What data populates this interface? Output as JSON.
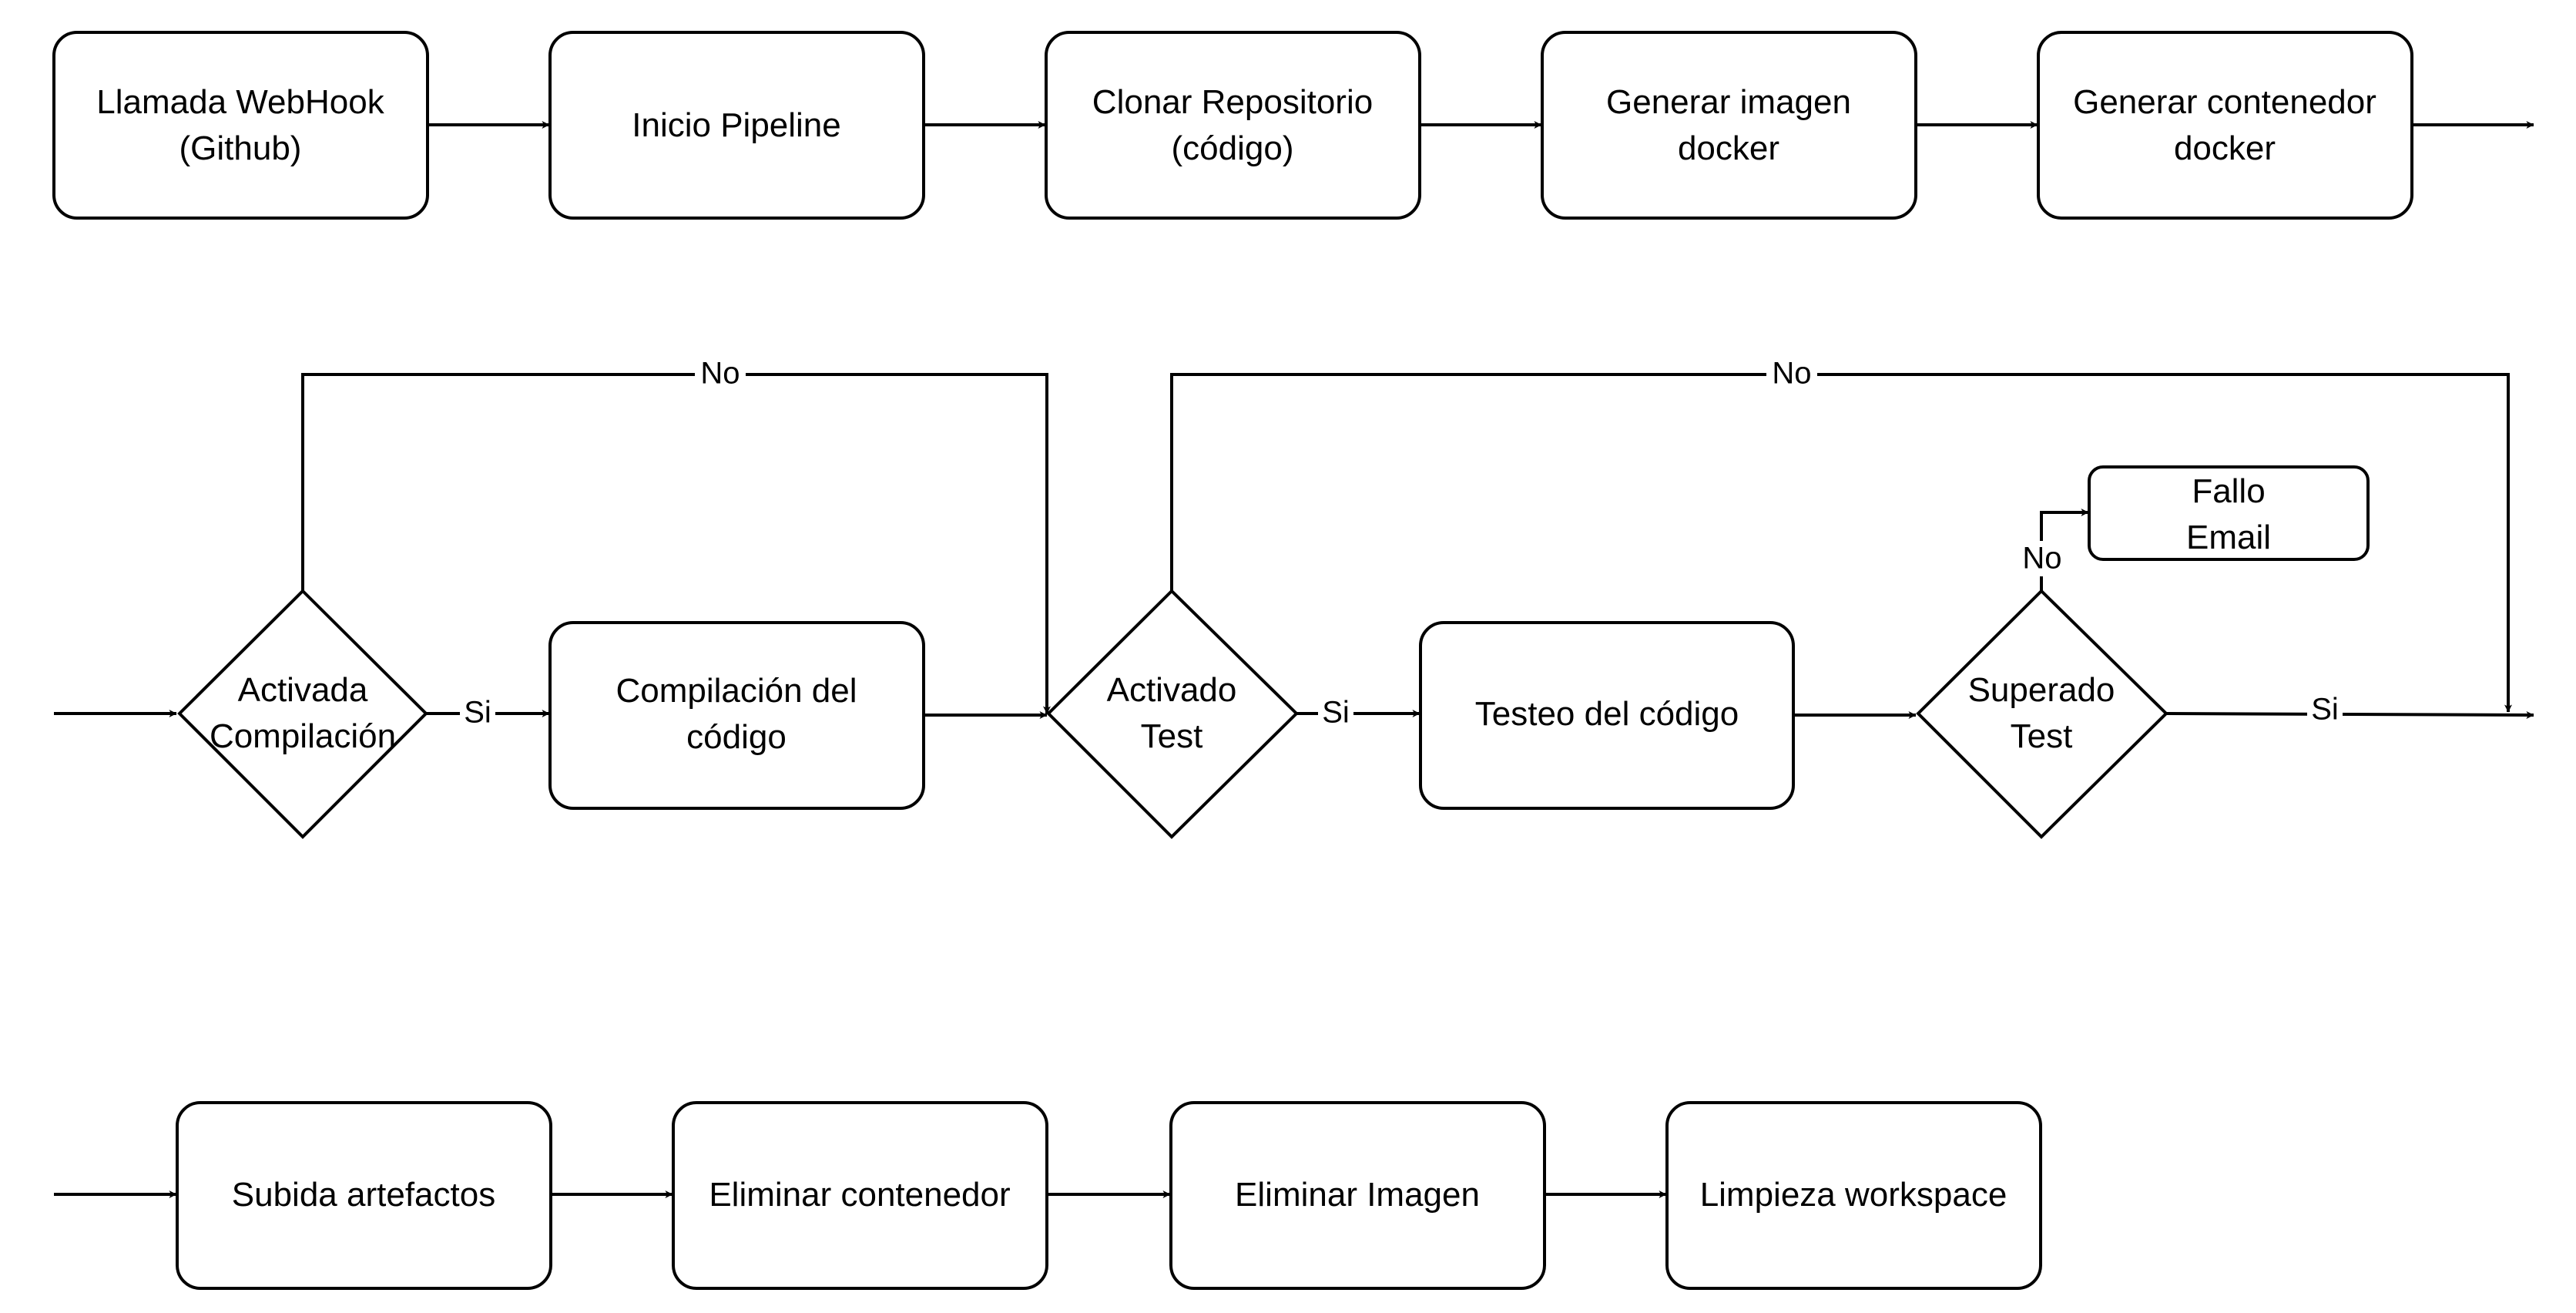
{
  "nodes": {
    "webhook": [
      "Llamada WebHook",
      "(Github)"
    ],
    "inicio": [
      "Inicio Pipeline"
    ],
    "clonar": [
      "Clonar Repositorio",
      "(código)"
    ],
    "imagen": [
      "Generar imagen",
      "docker"
    ],
    "contenedor": [
      "Generar contenedor",
      "docker"
    ],
    "activada_compilacion": [
      "Activada",
      "Compilación"
    ],
    "compilacion": [
      "Compilación del",
      "código"
    ],
    "activado_test": [
      "Activado",
      "Test"
    ],
    "testeo": [
      "Testeo del código"
    ],
    "superado_test": [
      "Superado",
      "Test"
    ],
    "fallo_email": [
      "Fallo",
      "Email"
    ],
    "subida": [
      "Subida artefactos"
    ],
    "eliminar_contenedor": [
      "Eliminar contenedor"
    ],
    "eliminar_imagen": [
      "Eliminar Imagen"
    ],
    "limpieza": [
      "Limpieza workspace"
    ]
  },
  "edge_labels": {
    "compilacion_si": "Si",
    "compilacion_no": "No",
    "test_si": "Si",
    "test_no": "No",
    "superado_si": "Si",
    "superado_no": "No"
  }
}
